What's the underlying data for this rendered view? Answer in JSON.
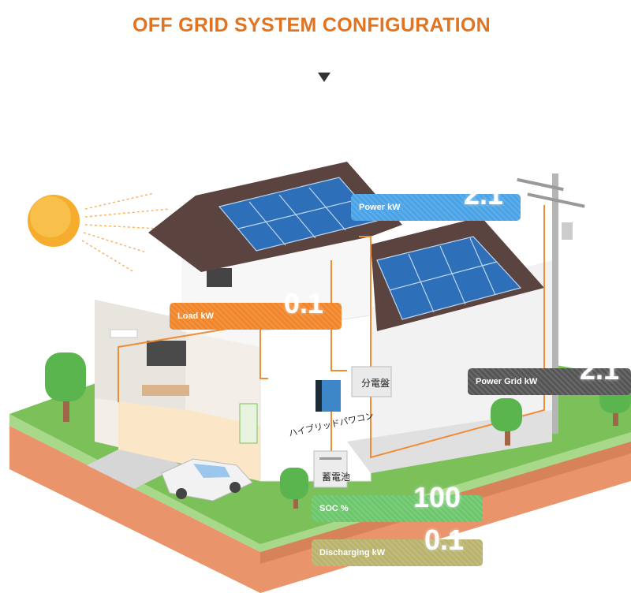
{
  "title": "OFF GRID SYSTEM CONFIGURATION",
  "labels": {
    "power": {
      "label": "Power kW",
      "value": "2.1"
    },
    "load": {
      "label": "Load kW",
      "value": "0.1"
    },
    "grid": {
      "label": "Power Grid kW",
      "value": "2.1"
    },
    "soc": {
      "label": "SOC %",
      "value": "100"
    },
    "discharging": {
      "label": "Discharging kW",
      "value": "0.1"
    }
  },
  "devices": {
    "distribution_board": "分電盤",
    "hybrid_inverter": "ハイブリッドパワコン",
    "battery": "蓄電池"
  },
  "colors": {
    "title": "#e2731f",
    "power": "#4aa3e6",
    "load": "#f0852a",
    "grid": "#555555",
    "soc": "#6cc66c",
    "discharging": "#b9b36e"
  }
}
